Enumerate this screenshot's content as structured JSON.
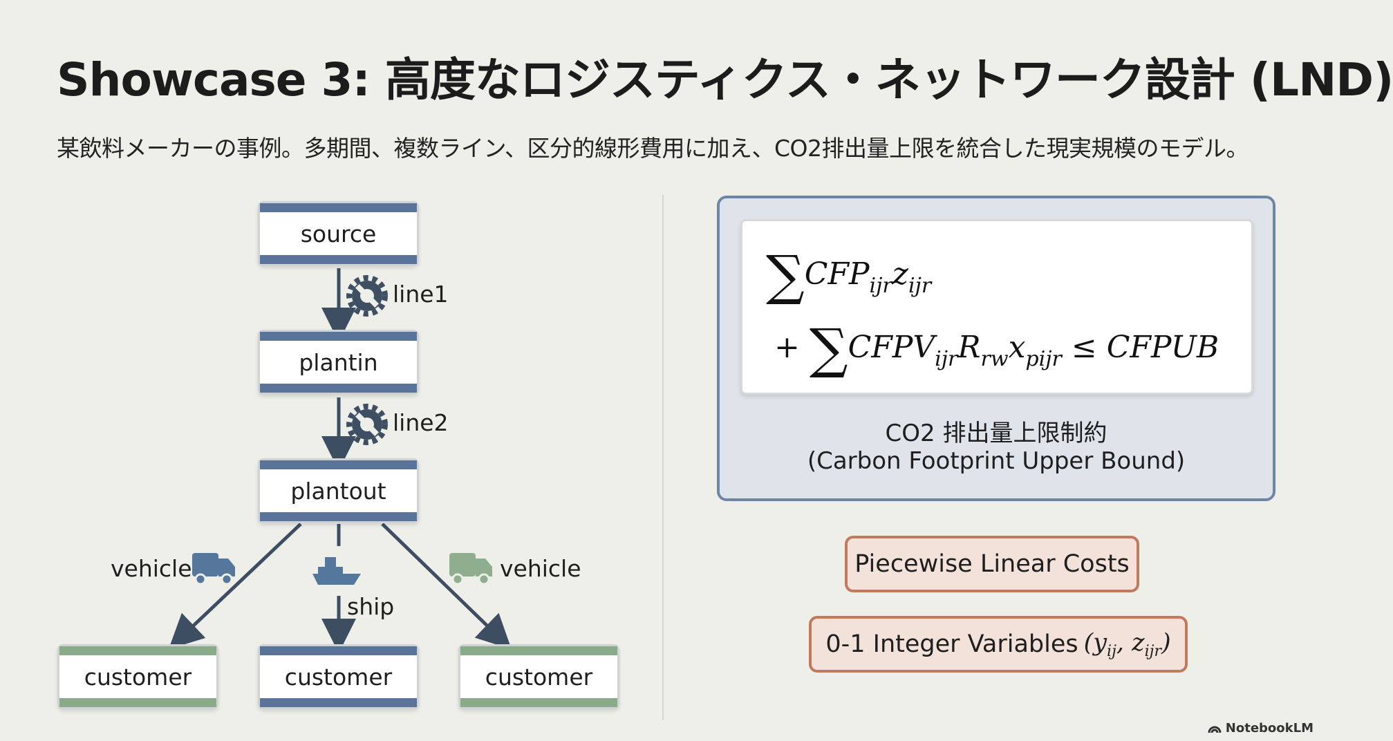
{
  "title": "Showcase 3: 高度なロジスティクス・ネットワーク設計 (LND)",
  "subtitle": "某飲料メーカーの事例。多期間、複数ライン、区分的線形費用に加え、CO2排出量上限を統合した現実規模のモデル。",
  "diagram": {
    "nodes": {
      "source": "source",
      "plantin": "plantin",
      "plantout": "plantout",
      "customer_left": "customer",
      "customer_center": "customer",
      "customer_right": "customer"
    },
    "edges": {
      "line1": "line1",
      "line2": "line2",
      "vehicle_left": "vehicle",
      "ship": "ship",
      "vehicle_right": "vehicle"
    },
    "icons": {
      "line_icon": "gear-wrench-icon",
      "truck_icon": "truck-icon",
      "ship_icon": "ship-icon"
    },
    "colors": {
      "blue_band": "#5a7499",
      "green_band": "#8aab8a",
      "arrow": "#3d4e63"
    }
  },
  "constraint": {
    "line1_sum": "∑",
    "line1_term": "CFP",
    "line1_sub": "ijr",
    "line1_var": "z",
    "line1_var_sub": "ijr",
    "line2_plus": "+",
    "line2_sum": "∑",
    "line2_term": "CFPV",
    "line2_sub": "ijr",
    "line2_r": "R",
    "line2_r_sub": "rw",
    "line2_x": "x",
    "line2_x_sub": "pijr",
    "line2_leq": "≤",
    "line2_ub": "CFPUB",
    "caption_ja": "CO2 排出量上限制約",
    "caption_en": "(Carbon Footprint Upper Bound)"
  },
  "tags": {
    "piecewise": "Piecewise Linear Costs",
    "integer": "0-1 Integer Variables",
    "integer_math_open": "(",
    "integer_y": "y",
    "integer_y_sub": "ij",
    "integer_sep": ", ",
    "integer_z": "z",
    "integer_z_sub": "ijr",
    "integer_math_close": ")"
  },
  "branding": {
    "logo_text": "NotebookLM"
  }
}
